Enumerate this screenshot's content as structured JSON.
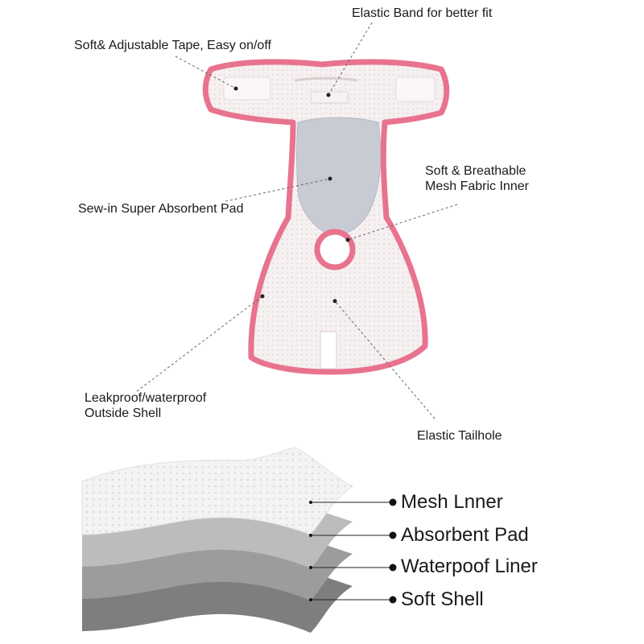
{
  "callouts": {
    "elastic_band": "Elastic Band for better fit",
    "tape": "Soft& Adjustable Tape, Easy on/off",
    "mesh_inner_line1": "Soft & Breathable",
    "mesh_inner_line2": "Mesh Fabric Inner",
    "pad": "Sew-in Super Absorbent Pad",
    "shell_line1": "Leakproof/waterproof",
    "shell_line2": "Outside Shell",
    "tailhole": "Elastic Tailhole"
  },
  "layers": {
    "mesh": "Mesh Lnner",
    "absorbent": "Absorbent Pad",
    "waterproof": "Waterpoof Liner",
    "shell": "Soft Shell"
  },
  "colors": {
    "trim": "#e8738e",
    "body": "#f4ecec",
    "pad": "#c9cbd4",
    "mesh_layer": "#f2f2f2",
    "layer2": "#bcbcbc",
    "layer3": "#9c9c9c",
    "layer4": "#7e7e7e"
  }
}
